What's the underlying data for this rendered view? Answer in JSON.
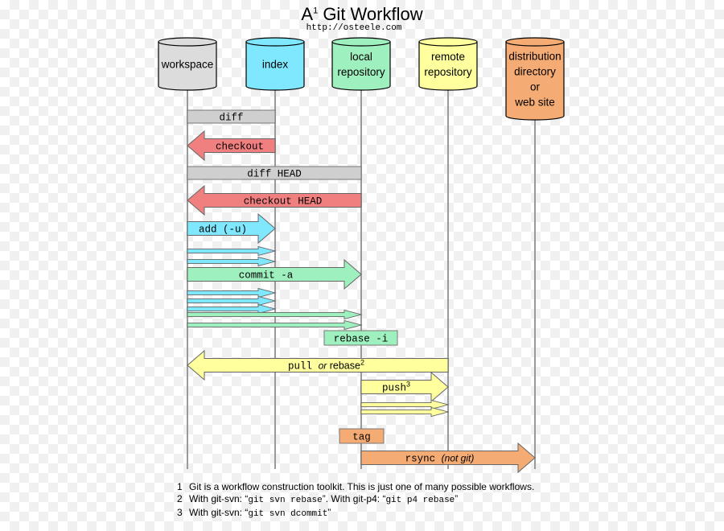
{
  "title": {
    "main": "A",
    "sup": "1",
    "rest": " Git Workflow"
  },
  "url": "http://osteele.com",
  "lanes": [
    {
      "id": "workspace",
      "lines": [
        "workspace"
      ],
      "color": "#dcdcdc"
    },
    {
      "id": "index",
      "lines": [
        "index"
      ],
      "color": "#7fe8ff"
    },
    {
      "id": "local-repository",
      "lines": [
        "local",
        "repository"
      ],
      "color": "#9ff0bf"
    },
    {
      "id": "remote-repository",
      "lines": [
        "remote",
        "repository"
      ],
      "color": "#ffff9e"
    },
    {
      "id": "distribution-directory",
      "lines": [
        "distribution",
        "directory",
        "or",
        "web site"
      ],
      "color": "#f5ab74"
    }
  ],
  "colors": {
    "gray": "#cfcfcf",
    "red": "#f08080",
    "cyan": "#7fe8ff",
    "green": "#9ff0bf",
    "yellow": "#ffff9e",
    "orange": "#f5ab74",
    "lane_line": "#9a9a9a"
  },
  "operations": [
    {
      "id": "diff",
      "from": "workspace",
      "to": "index",
      "style": "bar",
      "color": "gray",
      "label": [
        {
          "t": "diff",
          "f": "mono"
        }
      ]
    },
    {
      "id": "checkout",
      "from": "index",
      "to": "workspace",
      "style": "arrow",
      "color": "red",
      "label": [
        {
          "t": "checkout",
          "f": "mono"
        }
      ]
    },
    {
      "id": "diff-head",
      "from": "workspace",
      "to": "local-repository",
      "style": "bar",
      "color": "gray",
      "label": [
        {
          "t": "diff HEAD",
          "f": "mono"
        }
      ]
    },
    {
      "id": "checkout-head",
      "from": "local-repository",
      "to": "workspace",
      "style": "arrow",
      "color": "red",
      "label": [
        {
          "t": "checkout HEAD",
          "f": "mono"
        }
      ]
    },
    {
      "id": "add",
      "from": "workspace",
      "to": "index",
      "style": "arrow",
      "color": "cyan",
      "label": [
        {
          "t": "add (-u)",
          "f": "mono"
        }
      ]
    },
    {
      "id": "add-thin-1",
      "from": "workspace",
      "to": "index",
      "style": "thin",
      "color": "cyan",
      "label": []
    },
    {
      "id": "add-thin-2",
      "from": "workspace",
      "to": "index",
      "style": "thin",
      "color": "cyan",
      "label": []
    },
    {
      "id": "commit-a",
      "from": "workspace",
      "to": "local-repository",
      "style": "arrow",
      "color": "green",
      "label": [
        {
          "t": "commit -a",
          "f": "mono"
        }
      ]
    },
    {
      "id": "rebase-thin-1",
      "from": "workspace",
      "to": "index",
      "style": "thin",
      "color": "cyan",
      "label": []
    },
    {
      "id": "rebase-thin-2",
      "from": "workspace",
      "to": "index",
      "style": "thin",
      "color": "cyan",
      "label": []
    },
    {
      "id": "rebase-thin-3",
      "from": "workspace",
      "to": "index",
      "style": "thin",
      "color": "cyan",
      "label": []
    },
    {
      "id": "rebase-thin-4",
      "from": "workspace",
      "to": "local-repository",
      "style": "thin",
      "color": "green",
      "label": []
    },
    {
      "id": "rebase-thin-5",
      "from": "workspace",
      "to": "local-repository",
      "style": "thin",
      "color": "green",
      "label": []
    },
    {
      "id": "rebase-i",
      "from": "local-repository",
      "to": "remote-repository",
      "style": "box",
      "color": "green",
      "label": [
        {
          "t": "rebase -i",
          "f": "mono"
        }
      ]
    },
    {
      "id": "pull-rebase",
      "from": "remote-repository",
      "to": "workspace",
      "style": "arrow",
      "color": "yellow",
      "label": [
        {
          "t": "pull ",
          "f": "mono"
        },
        {
          "t": "or",
          "f": "sans-italic"
        },
        {
          "t": " rebase",
          "f": "sans"
        },
        {
          "t": "2",
          "f": "sup"
        }
      ]
    },
    {
      "id": "push",
      "from": "local-repository",
      "to": "remote-repository",
      "style": "arrow",
      "color": "yellow",
      "label": [
        {
          "t": "push",
          "f": "mono"
        },
        {
          "t": "3",
          "f": "sup"
        }
      ]
    },
    {
      "id": "push-thin-1",
      "from": "local-repository",
      "to": "remote-repository",
      "style": "thin",
      "color": "yellow",
      "label": []
    },
    {
      "id": "push-thin-2",
      "from": "local-repository",
      "to": "remote-repository",
      "style": "thin",
      "color": "yellow",
      "label": []
    },
    {
      "id": "tag",
      "from": "local-repository",
      "to": "local-repository",
      "style": "box",
      "color": "orange",
      "label": [
        {
          "t": "tag",
          "f": "mono"
        }
      ]
    },
    {
      "id": "rsync",
      "from": "local-repository",
      "to": "distribution-directory",
      "style": "arrow",
      "color": "orange",
      "label": [
        {
          "t": "rsync ",
          "f": "mono"
        },
        {
          "t": "(not git)",
          "f": "sans-italic"
        }
      ]
    }
  ],
  "footnotes": [
    {
      "num": "1",
      "parts": [
        {
          "t": "Git is a workflow construction toolkit.  This is just one of many possible workflows.",
          "f": "sans"
        }
      ]
    },
    {
      "num": "2",
      "parts": [
        {
          "t": "With git-svn: “",
          "f": "sans"
        },
        {
          "t": "git svn rebase",
          "f": "mono"
        },
        {
          "t": "”.  With git-p4: “",
          "f": "sans"
        },
        {
          "t": "git p4 rebase",
          "f": "mono"
        },
        {
          "t": "”",
          "f": "sans"
        }
      ]
    },
    {
      "num": "3",
      "parts": [
        {
          "t": "With git-svn: “",
          "f": "sans"
        },
        {
          "t": "git svn dcommit",
          "f": "mono"
        },
        {
          "t": "”",
          "f": "sans"
        }
      ]
    }
  ]
}
